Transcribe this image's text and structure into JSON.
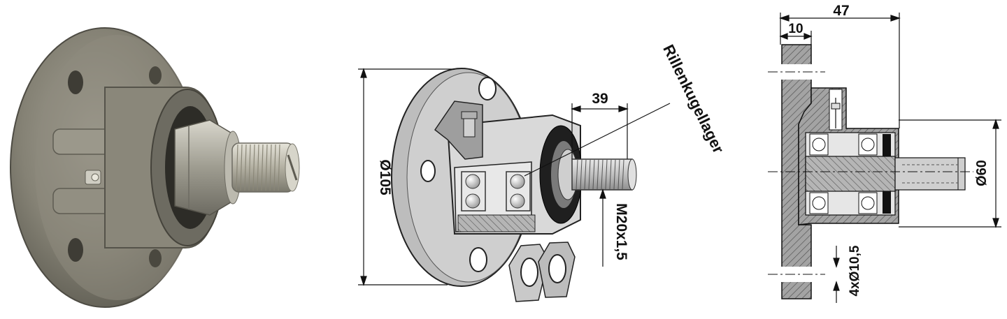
{
  "photo": {
    "description_icons": [
      "flange-hub-photo"
    ]
  },
  "cutaway": {
    "label_bearing": "Rillenkugellager",
    "dim_flange_diameter": "Ø105",
    "dim_shaft_length": "39",
    "dim_thread": "M20x1,5"
  },
  "section": {
    "dim_total_length": "47",
    "dim_flange_thickness": "10",
    "dim_hub_diameter": "Ø60",
    "dim_holes": "4xØ10,5"
  },
  "colors": {
    "line": "#111111",
    "hatch_gray": "#9a9a9a",
    "light_gray": "#d4d4d4",
    "casting": "#8c8a7e"
  }
}
